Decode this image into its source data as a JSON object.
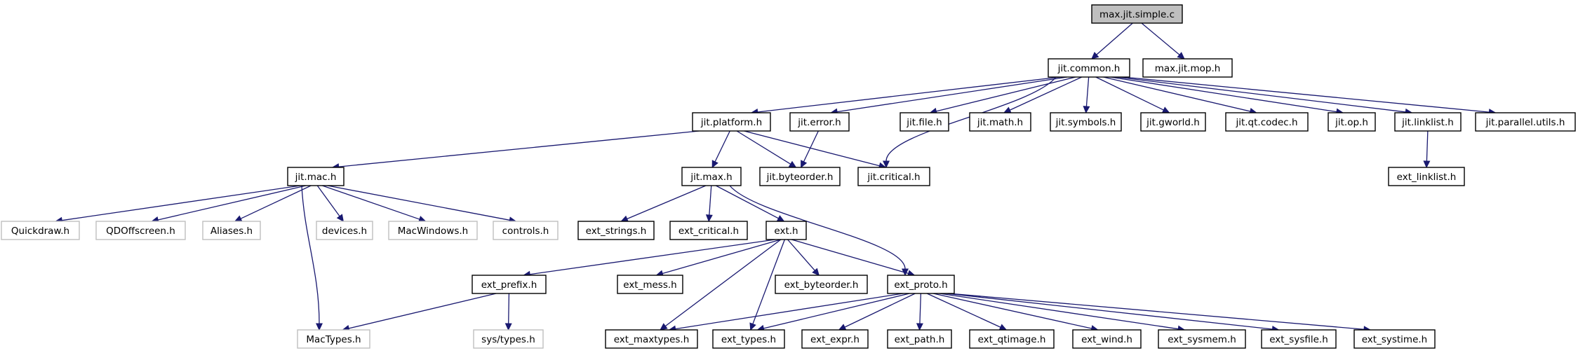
{
  "colors": {
    "edge": "#191970",
    "root_fill": "#bfbfbf",
    "missing_border": "#bfbfbf"
  },
  "nodes": [
    {
      "id": "n0",
      "label": "max.jit.simple.c",
      "kind": "root"
    },
    {
      "id": "n1",
      "label": "jit.common.h",
      "kind": "normal"
    },
    {
      "id": "n2",
      "label": "max.jit.mop.h",
      "kind": "normal"
    },
    {
      "id": "n3",
      "label": "jit.platform.h",
      "kind": "normal"
    },
    {
      "id": "n4",
      "label": "jit.error.h",
      "kind": "normal"
    },
    {
      "id": "n5",
      "label": "jit.file.h",
      "kind": "normal"
    },
    {
      "id": "n6",
      "label": "jit.math.h",
      "kind": "normal"
    },
    {
      "id": "n7",
      "label": "jit.symbols.h",
      "kind": "normal"
    },
    {
      "id": "n8",
      "label": "jit.gworld.h",
      "kind": "normal"
    },
    {
      "id": "n9",
      "label": "jit.qt.codec.h",
      "kind": "normal"
    },
    {
      "id": "n10",
      "label": "jit.op.h",
      "kind": "normal"
    },
    {
      "id": "n11",
      "label": "jit.linklist.h",
      "kind": "normal"
    },
    {
      "id": "n12",
      "label": "jit.parallel.utils.h",
      "kind": "normal"
    },
    {
      "id": "n13",
      "label": "jit.mac.h",
      "kind": "normal"
    },
    {
      "id": "n14",
      "label": "jit.max.h",
      "kind": "normal"
    },
    {
      "id": "n15",
      "label": "jit.byteorder.h",
      "kind": "normal"
    },
    {
      "id": "n16",
      "label": "jit.critical.h",
      "kind": "normal"
    },
    {
      "id": "n17",
      "label": "ext_linklist.h",
      "kind": "normal"
    },
    {
      "id": "n18",
      "label": "Quickdraw.h",
      "kind": "ext"
    },
    {
      "id": "n19",
      "label": "QDOffscreen.h",
      "kind": "ext"
    },
    {
      "id": "n20",
      "label": "Aliases.h",
      "kind": "ext"
    },
    {
      "id": "n21",
      "label": "devices.h",
      "kind": "ext"
    },
    {
      "id": "n22",
      "label": "MacWindows.h",
      "kind": "ext"
    },
    {
      "id": "n23",
      "label": "controls.h",
      "kind": "ext"
    },
    {
      "id": "n24",
      "label": "ext_strings.h",
      "kind": "normal"
    },
    {
      "id": "n25",
      "label": "ext_critical.h",
      "kind": "normal"
    },
    {
      "id": "n26",
      "label": "ext.h",
      "kind": "normal"
    },
    {
      "id": "n27",
      "label": "ext_prefix.h",
      "kind": "normal"
    },
    {
      "id": "n28",
      "label": "ext_mess.h",
      "kind": "normal"
    },
    {
      "id": "n29",
      "label": "ext_byteorder.h",
      "kind": "normal"
    },
    {
      "id": "n30",
      "label": "ext_proto.h",
      "kind": "normal"
    },
    {
      "id": "n31",
      "label": "MacTypes.h",
      "kind": "ext"
    },
    {
      "id": "n32",
      "label": "sys/types.h",
      "kind": "ext"
    },
    {
      "id": "n33",
      "label": "ext_maxtypes.h",
      "kind": "normal"
    },
    {
      "id": "n34",
      "label": "ext_types.h",
      "kind": "normal"
    },
    {
      "id": "n35",
      "label": "ext_expr.h",
      "kind": "normal"
    },
    {
      "id": "n36",
      "label": "ext_path.h",
      "kind": "normal"
    },
    {
      "id": "n37",
      "label": "ext_qtimage.h",
      "kind": "normal"
    },
    {
      "id": "n38",
      "label": "ext_wind.h",
      "kind": "normal"
    },
    {
      "id": "n39",
      "label": "ext_sysmem.h",
      "kind": "normal"
    },
    {
      "id": "n40",
      "label": "ext_sysfile.h",
      "kind": "normal"
    },
    {
      "id": "n41",
      "label": "ext_systime.h",
      "kind": "normal"
    }
  ],
  "edges": [
    [
      "n0",
      "n1"
    ],
    [
      "n0",
      "n2"
    ],
    [
      "n1",
      "n3"
    ],
    [
      "n1",
      "n4"
    ],
    [
      "n1",
      "n16"
    ],
    [
      "n1",
      "n5"
    ],
    [
      "n1",
      "n6"
    ],
    [
      "n1",
      "n7"
    ],
    [
      "n1",
      "n8"
    ],
    [
      "n1",
      "n9"
    ],
    [
      "n1",
      "n10"
    ],
    [
      "n1",
      "n11"
    ],
    [
      "n1",
      "n12"
    ],
    [
      "n3",
      "n13"
    ],
    [
      "n3",
      "n14"
    ],
    [
      "n3",
      "n15"
    ],
    [
      "n3",
      "n16"
    ],
    [
      "n4",
      "n15"
    ],
    [
      "n11",
      "n17"
    ],
    [
      "n13",
      "n18"
    ],
    [
      "n13",
      "n19"
    ],
    [
      "n13",
      "n20"
    ],
    [
      "n13",
      "n21"
    ],
    [
      "n13",
      "n22"
    ],
    [
      "n13",
      "n23"
    ],
    [
      "n13",
      "n31"
    ],
    [
      "n14",
      "n24"
    ],
    [
      "n14",
      "n25"
    ],
    [
      "n14",
      "n26"
    ],
    [
      "n14",
      "n30"
    ],
    [
      "n26",
      "n27"
    ],
    [
      "n26",
      "n28"
    ],
    [
      "n26",
      "n29"
    ],
    [
      "n26",
      "n30"
    ],
    [
      "n26",
      "n33"
    ],
    [
      "n26",
      "n34"
    ],
    [
      "n27",
      "n31"
    ],
    [
      "n27",
      "n32"
    ],
    [
      "n30",
      "n33"
    ],
    [
      "n30",
      "n34"
    ],
    [
      "n30",
      "n35"
    ],
    [
      "n30",
      "n36"
    ],
    [
      "n30",
      "n37"
    ],
    [
      "n30",
      "n38"
    ],
    [
      "n30",
      "n39"
    ],
    [
      "n30",
      "n40"
    ],
    [
      "n30",
      "n41"
    ]
  ]
}
